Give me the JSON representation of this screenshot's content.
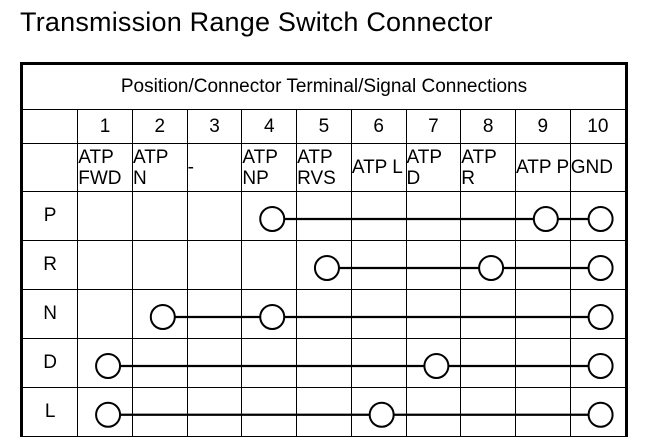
{
  "page": {
    "title": "Transmission Range Switch Connector"
  },
  "table": {
    "banner": "Position/Connector Terminal/Signal Connections",
    "row_label_header": "",
    "terminal_numbers": [
      "1",
      "2",
      "3",
      "4",
      "5",
      "6",
      "7",
      "8",
      "9",
      "10"
    ],
    "signal_names": [
      "ATP FWD",
      "ATP N",
      "-",
      "ATP NP",
      "ATP RVS",
      "ATP L",
      "ATP D",
      "ATP R",
      "ATP P",
      "GND"
    ],
    "position_rows": [
      {
        "label": "P",
        "connected_terminals": [
          4,
          9,
          10
        ]
      },
      {
        "label": "R",
        "connected_terminals": [
          5,
          8,
          10
        ]
      },
      {
        "label": "N",
        "connected_terminals": [
          2,
          4,
          10
        ]
      },
      {
        "label": "D",
        "connected_terminals": [
          1,
          7,
          10
        ]
      },
      {
        "label": "L",
        "connected_terminals": [
          1,
          6,
          10
        ]
      }
    ]
  },
  "colors": {
    "ink": "#000000",
    "paper": "#ffffff"
  }
}
